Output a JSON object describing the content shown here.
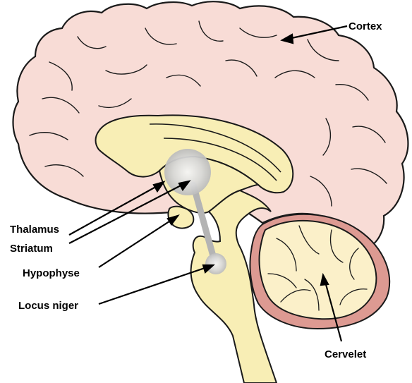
{
  "labels": {
    "cortex": "Cortex",
    "thalamus": "Thalamus",
    "striatum": "Striatum",
    "hypophyse": "Hypophyse",
    "locus_niger": "Locus niger",
    "cervelet": "Cervelet"
  },
  "colors": {
    "cortex_fill": "#f8dcd6",
    "core_fill": "#f8eeb5",
    "cerebellum_edge": "#dd9a92",
    "outline": "#1a1a1a",
    "highlight": "#c8c8c8"
  }
}
